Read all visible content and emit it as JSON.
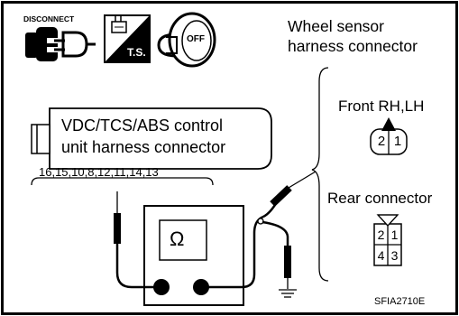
{
  "icons": {
    "disconnect_label": "DISCONNECT",
    "ts_label": "T.S.",
    "key_label": "OFF"
  },
  "labels": {
    "wheel_sensor_line1": "Wheel sensor",
    "wheel_sensor_line2": "harness connector",
    "control_unit_line1": "VDC/TCS/ABS  control",
    "control_unit_line2": "unit harness connector",
    "terminal_list": "16,15,10,8,12,11,14,13",
    "ohmmeter_symbol": "Ω",
    "front_label": "Front RH,LH",
    "rear_label": "Rear connector",
    "figure_code": "SFIA2710E"
  },
  "front_connector": {
    "pins": [
      "2",
      "1"
    ]
  },
  "rear_connector": {
    "pins_top": [
      "2",
      "1"
    ],
    "pins_bottom": [
      "4",
      "3"
    ]
  }
}
